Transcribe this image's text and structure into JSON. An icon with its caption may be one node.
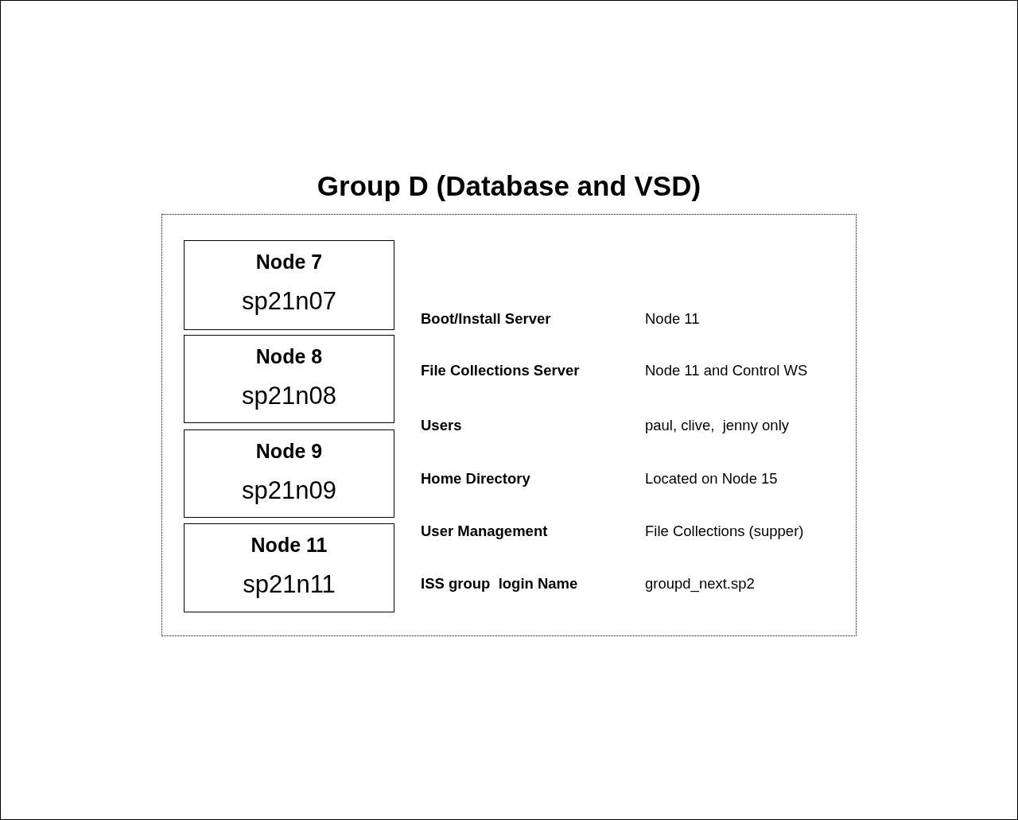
{
  "diagram": {
    "nodes": [
      {
        "text": [
          "Group D (Database and VSD)"
        ]
      },
      {
        "text": [
          "Node 7",
          "sp21n07"
        ],
        "in": 0
      },
      {
        "text": [
          "Node 8",
          "sp21n08"
        ],
        "in": 0
      },
      {
        "text": [
          "Node 9",
          "sp21n09"
        ],
        "in": 0
      },
      {
        "text": [
          "Node 11",
          "sp21n11"
        ],
        "in": 0
      }
    ],
    "labels": [
      "Boot/Install Server",
      "Node 11",
      "File Collections Server",
      "Node 11 and Control WS",
      "Users",
      "paul, clive,  jenny only",
      "Home Directory",
      "Located on Node 15",
      "User Management",
      "File Collections (supper)",
      "ISS group  login Name",
      "groupd_next.sp2"
    ]
  }
}
